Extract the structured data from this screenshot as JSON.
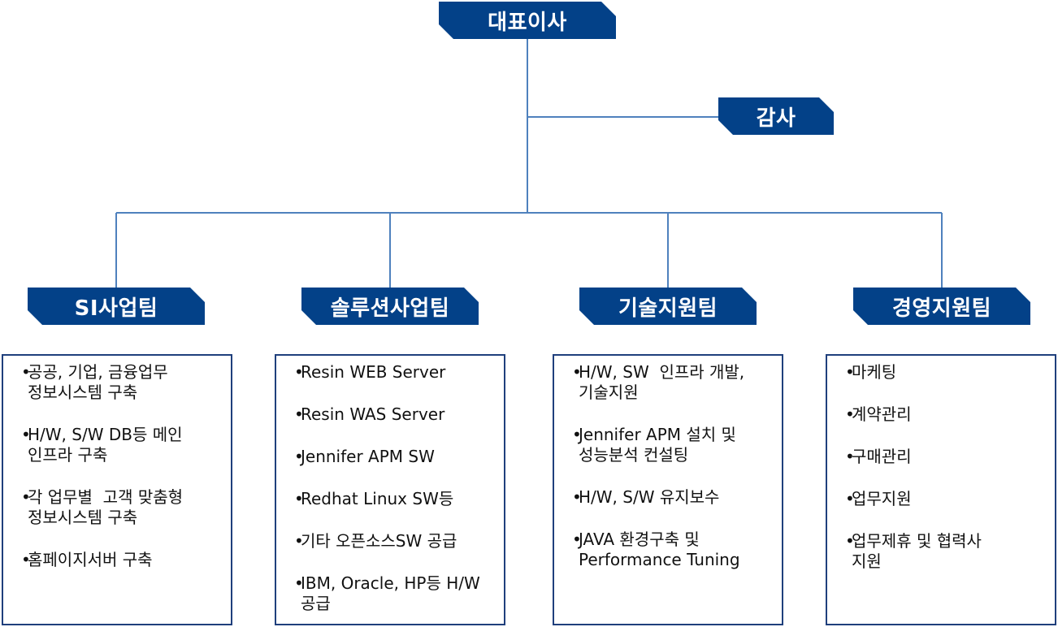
{
  "org": {
    "ceo": "대표이사",
    "audit": "감사",
    "teams": [
      {
        "name": "SI사업팀",
        "items": [
          "공공, 기업, 금융업무\n정보시스템 구축",
          "H/W, S/W DB등 메인\n인프라 구축",
          "각 업무별  고객 맞춤형\n정보시스템 구축",
          "홈페이지서버 구축"
        ]
      },
      {
        "name": "솔루션사업팀",
        "items": [
          "Resin WEB Server",
          "Resin WAS Server",
          "Jennifer APM SW",
          "Redhat Linux SW등",
          "기타 오픈소스SW 공급",
          "IBM, Oracle, HP등 H/W\n공급"
        ]
      },
      {
        "name": "기술지원팀",
        "items": [
          "H/W, SW  인프라 개발,\n기술지원",
          "Jennifer APM 설치 및\n성능분석 컨설팅",
          "H/W, S/W 유지보수",
          "JAVA 환경구축 및\nPerformance Tuning"
        ]
      },
      {
        "name": "경영지원팀",
        "items": [
          "마케팅",
          "계약관리",
          "구매관리",
          "업무지원",
          "업무제휴 및 협력사\n지원"
        ]
      }
    ]
  },
  "colors": {
    "node_fill": "#034188",
    "line": "#4f81bd",
    "box_border": "#1f3f7c"
  }
}
